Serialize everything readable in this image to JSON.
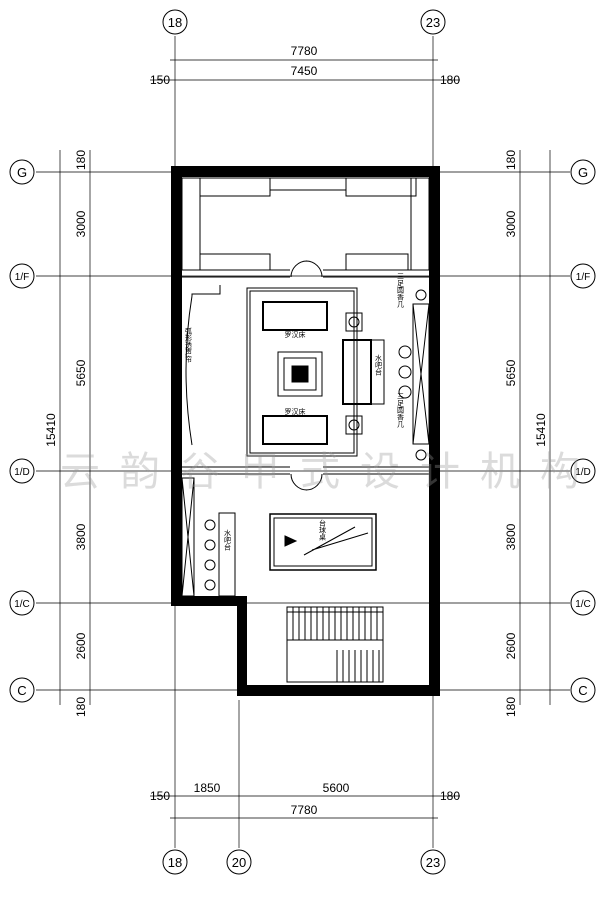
{
  "axes_top": [
    "18",
    "23"
  ],
  "axes_bottom": [
    "18",
    "20",
    "23"
  ],
  "axes_rows": [
    "G",
    "1/F",
    "1/D",
    "1/C",
    "C"
  ],
  "dims_top": {
    "total": "7780",
    "left": "150",
    "mid": "7450",
    "right": "180"
  },
  "dims_bottom": {
    "left": "150",
    "a": "1850",
    "b": "5600",
    "right": "180",
    "total": "7780"
  },
  "dims_side": [
    "180",
    "3000",
    "5650",
    "3800",
    "2600",
    "180"
  ],
  "dims_side_total": "15410",
  "labels": {
    "luohan_top": "罗汉床",
    "luohan_bottom": "罗汉床",
    "bar_upper": "水吧台",
    "bar_lower": "水吧台",
    "table_top": "三足圆香几",
    "table_bottom": "三足圆香几",
    "curtain": "弧形透声帘",
    "billiard": "台球桌"
  },
  "watermark": "云韵谷甲式设计机构"
}
